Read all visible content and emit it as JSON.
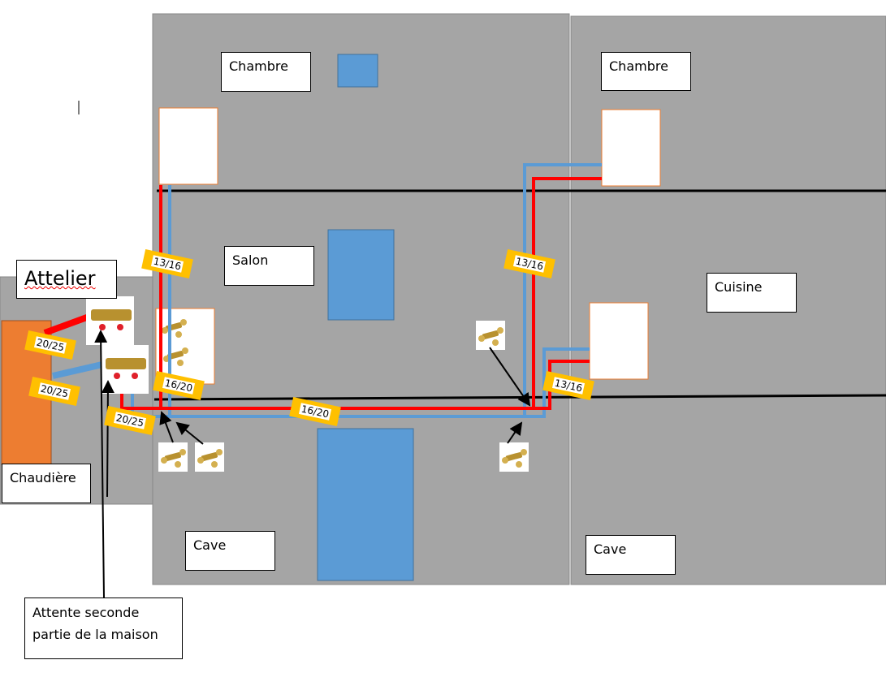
{
  "rooms": {
    "chambre_left": "Chambre",
    "chambre_right": "Chambre",
    "salon": "Salon",
    "cuisine": "Cuisine",
    "cave_left": "Cave",
    "cave_right": "Cave",
    "atelier": "Attelier",
    "chaudiere": "Chaudière"
  },
  "annotation": "Attente seconde partie de la maison",
  "pipe_tags": [
    "13/16",
    "13/16",
    "13/16",
    "20/25",
    "20/25",
    "20/25",
    "16/20",
    "16/20"
  ],
  "colors": {
    "hot_pipe": "#ff0000",
    "cold_pipe": "#5b9bd5",
    "tag": "#ffc000",
    "boiler": "#ed7d31",
    "floor": "#a5a5a5",
    "window": "#5b9bd5"
  }
}
